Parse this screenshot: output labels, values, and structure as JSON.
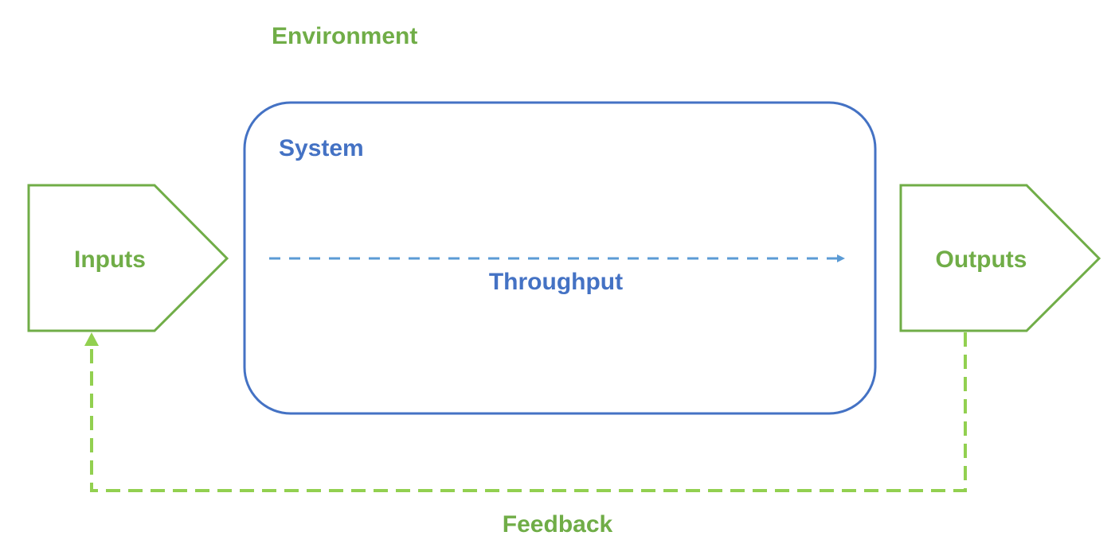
{
  "labels": {
    "environment": "Environment",
    "system": "System",
    "inputs": "Inputs",
    "outputs": "Outputs",
    "throughput": "Throughput",
    "feedback": "Feedback"
  },
  "colors": {
    "green": "#70ad47",
    "light_green": "#92d050",
    "blue": "#4472c4",
    "light_blue": "#5b9bd5"
  }
}
